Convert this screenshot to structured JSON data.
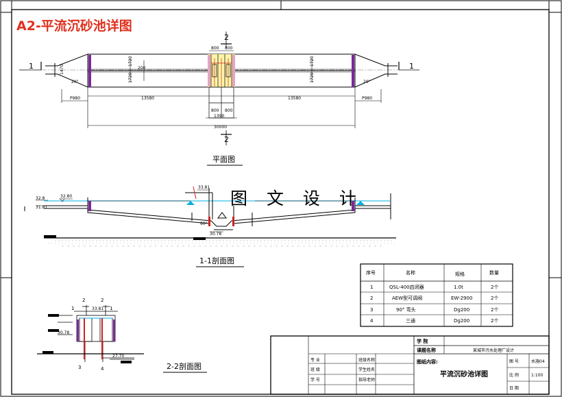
{
  "title": "A2-平流沉砂池详图",
  "watermark": "图 文 设 计",
  "plan": {
    "caption": "平面图",
    "section_marker_1": "1",
    "section_marker_2": "2",
    "dims": {
      "d800a": "800",
      "d800b": "800",
      "d1720a": "1720",
      "d1720b": "1720",
      "d1720c": "1720",
      "d1720d": "1720",
      "d1470": "1470",
      "d200": "200",
      "ang20a": "20°",
      "ang20b": "20°",
      "p980a": "P980",
      "p980b": "P980",
      "l13580a": "13580",
      "l13580b": "13580",
      "b800c": "800",
      "b800d": "800",
      "b1390": "1390",
      "total": "30000"
    }
  },
  "section11": {
    "caption": "1-1剖面图",
    "lev_3280a": "32.80",
    "lev_3280b": "32.8",
    "lev_3181": "31.81",
    "lev_3381": "33.81",
    "lev_3078": "30.78",
    "ang60": "60°"
  },
  "section22": {
    "caption": "2-2剖面图",
    "m2a": "2",
    "m2b": "2",
    "m1a": "1",
    "m1b": "1",
    "m3": "3",
    "m4": "4",
    "lev_3381": "33.81",
    "lev_3078": "30.78",
    "lev_2770": "27.70"
  },
  "table": {
    "headers": [
      "序号",
      "名称",
      "规格",
      "数量"
    ],
    "rows": [
      [
        "1",
        "QSL-400启闭器",
        "1.0t",
        "2个"
      ],
      [
        "2",
        "AEW型可调阀",
        "EW-2900",
        "2个"
      ],
      [
        "3",
        "90° 弯头",
        "Dg200",
        "2个"
      ],
      [
        "4",
        "三通",
        "Dg200",
        "2个"
      ]
    ]
  },
  "titleblock": {
    "school_label": "学  院",
    "course_label": "课题名称",
    "course_value": "某城市污水处理厂设计",
    "drawing_label": "图纸内容:",
    "drawing_value": "平流沉砂池详图",
    "r1a": "专  业",
    "r1b": "班级名称",
    "r2a": "班  级",
    "r2b": "学生姓名",
    "r3a": "学  号",
    "r3b": "指导老师",
    "sheet_label": "图  号",
    "sheet_value": "水施04",
    "scale_label": "比  例",
    "scale_value": "1:100",
    "date_label": "日  期"
  }
}
